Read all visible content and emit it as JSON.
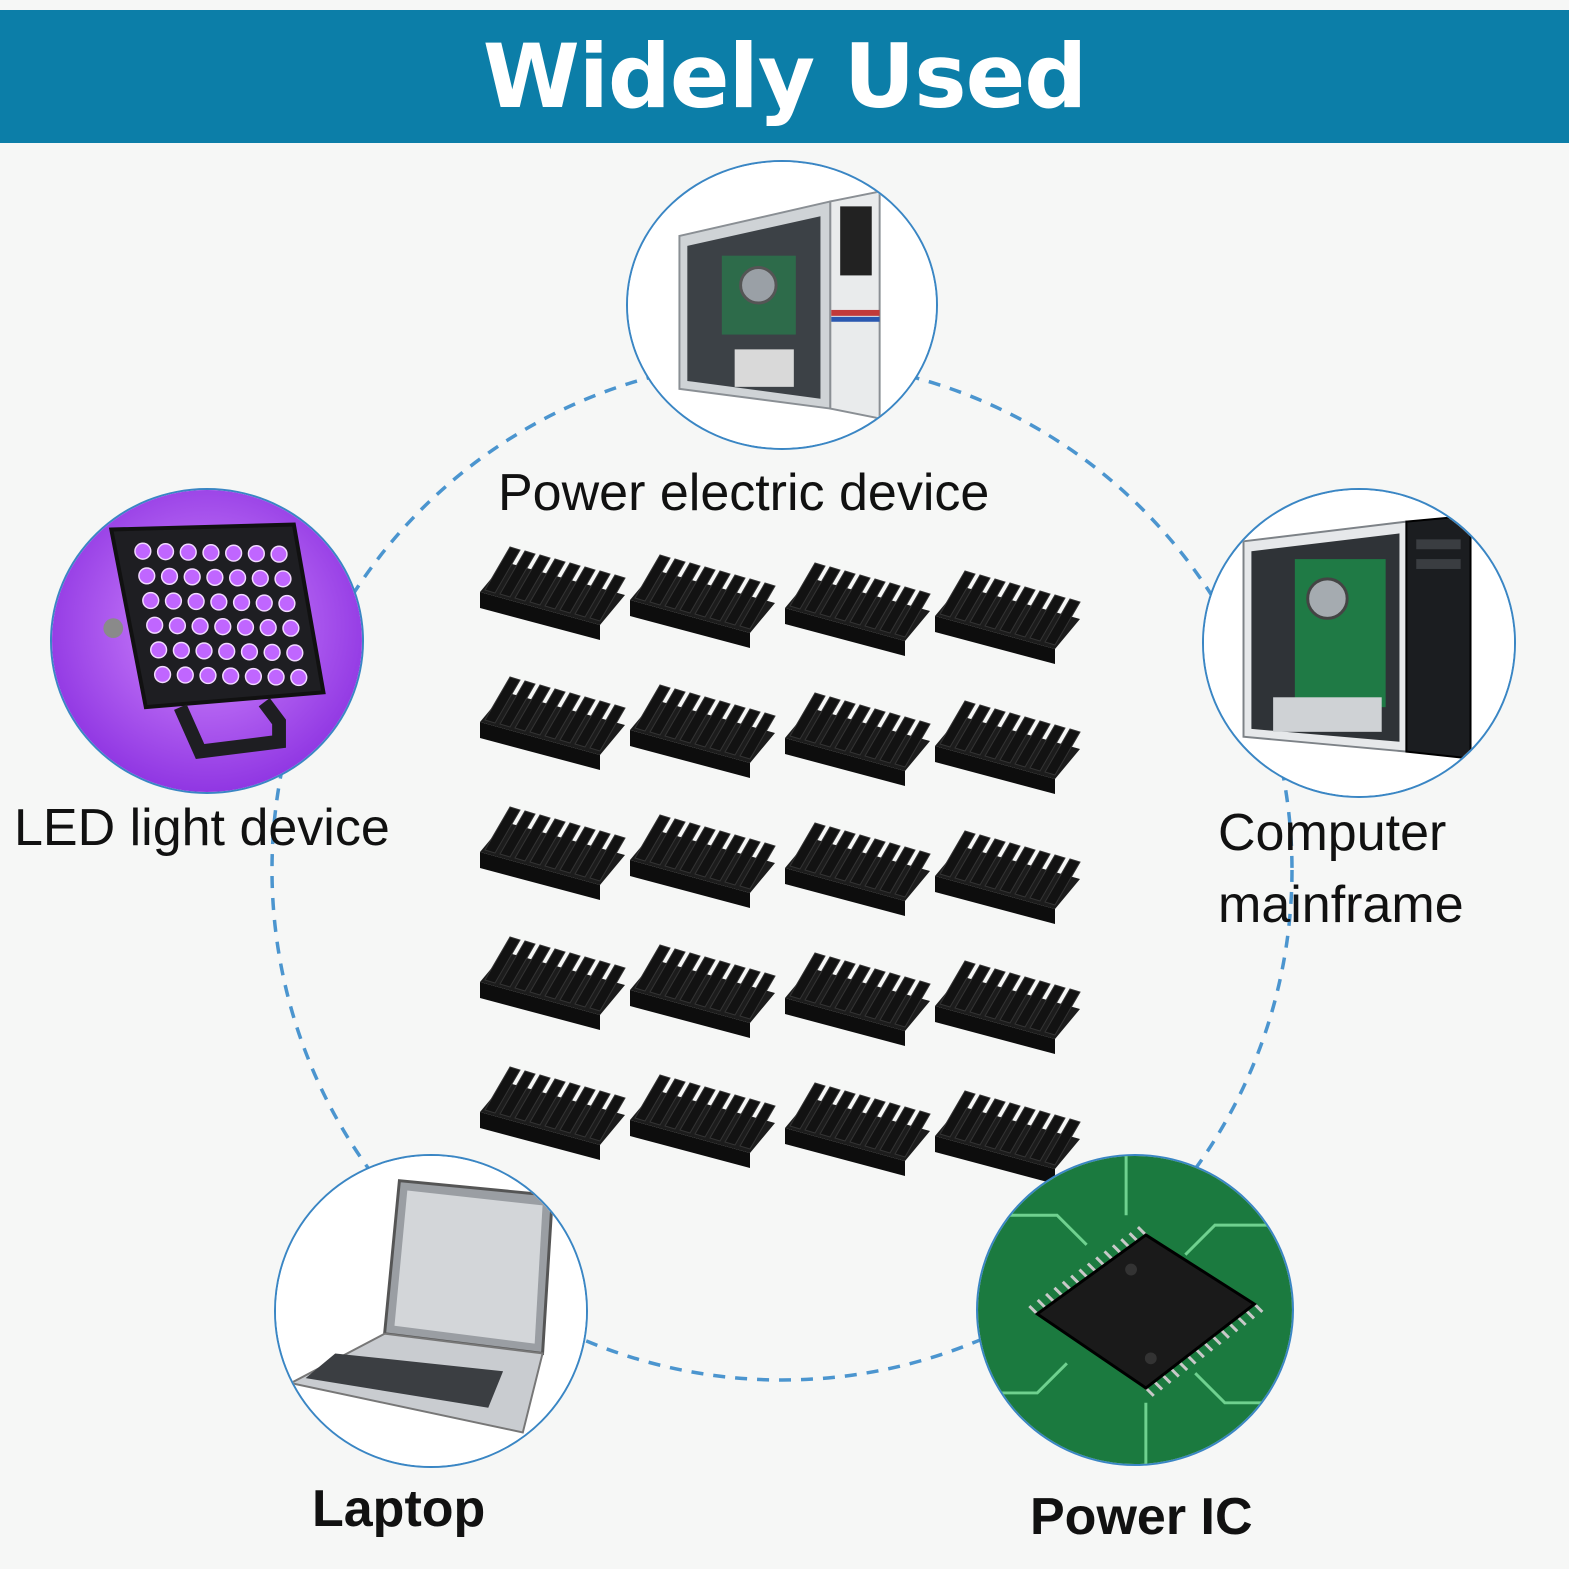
{
  "banner": {
    "title": "Widely Used",
    "color": "#0c7ea8"
  },
  "applications": [
    {
      "id": "power-electric",
      "label": "Power electric device",
      "icon": "pc-tower-icon"
    },
    {
      "id": "led-light",
      "label": "LED light device",
      "icon": "led-floodlight-icon"
    },
    {
      "id": "computer-mainframe",
      "label_line1": "Computer",
      "label_line2": "mainframe",
      "icon": "computer-case-icon"
    },
    {
      "id": "laptop",
      "label": "Laptop",
      "icon": "laptop-icon"
    },
    {
      "id": "power-ic",
      "label": "Power IC",
      "icon": "chip-icon"
    }
  ],
  "colors": {
    "ring": "#4b95cf",
    "heatsink": "#121212",
    "led": "#c066ff",
    "pcb": "#1b7a3f"
  }
}
